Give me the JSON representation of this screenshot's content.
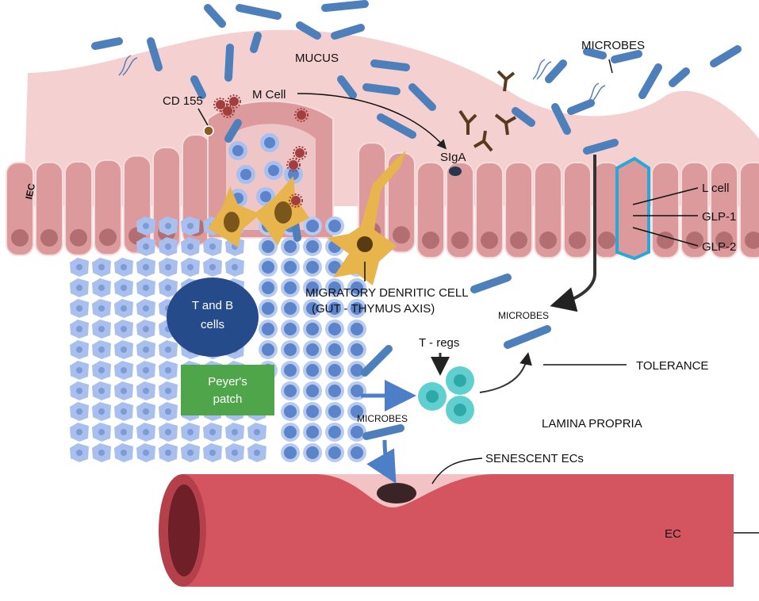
{
  "labels": {
    "microbes_top": "MICROBES",
    "mucus": "MUCUS",
    "m_cell": "M Cell",
    "cd155": "CD 155",
    "siga": "SIgA",
    "iec": "IEC",
    "l_cell": "L cell",
    "glp1": "GLP-1",
    "glp2": "GLP-2",
    "dendritic_1": "MIGRATORY DENRITIC CELL",
    "dendritic_2": "(GUT - THYMUS AXIS)",
    "t_b_1": "T and B",
    "t_b_2": "cells",
    "peyers_1": "Peyer's",
    "peyers_2": "patch",
    "microbes_mid": "MICROBES",
    "tregs": "T - regs",
    "tolerance": "TOLERANCE",
    "microbes_low": "MICROBES",
    "lamina_propria": "LAMINA PROPRIA",
    "senescent": "SENESCENT ECs",
    "ec": "EC"
  },
  "colors": {
    "mucus": "#f4d0d1",
    "epithelium": "#dc9a9c",
    "nucleus": "#b36e72",
    "microbe": "#4d7fba",
    "immune_light": "#a9bfee",
    "immune_dark": "#5b84cb",
    "tb_cells": "#264b8a",
    "peyers": "#4fa64a",
    "dendritic": "#e8b44c",
    "treg": "#5fd0cf",
    "vessel": "#d4545f",
    "lcell": "#2aa7d8"
  }
}
